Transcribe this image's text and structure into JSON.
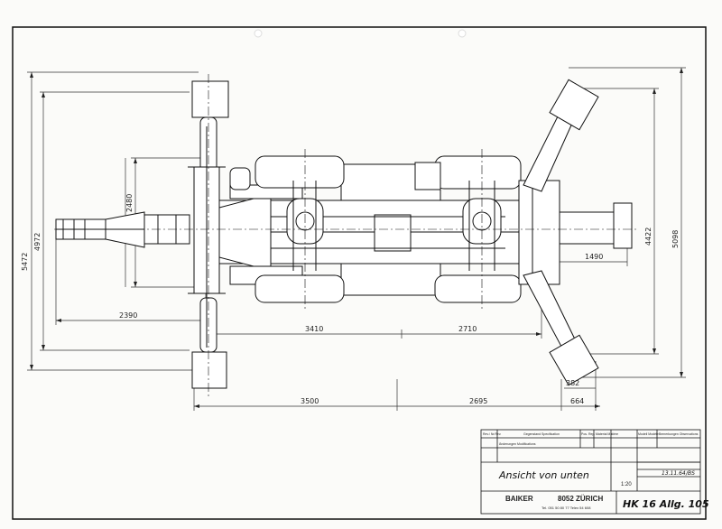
{
  "dimensions": {
    "overall_width": "5472",
    "track_front": "4972",
    "axle_gap": "2480",
    "overhang_left": "2390",
    "span_a": "3410",
    "span_b": "2710",
    "rear_reach": "1490",
    "rear_width_1": "4422",
    "rear_width_2": "5098",
    "small_offset": "382",
    "bottom_a": "3500",
    "bottom_b": "2695",
    "bottom_c": "664"
  },
  "title_block": {
    "header_revision": "Rev./ Nr.Rev.",
    "header_changes": "Änderungen Modifications",
    "header_subject": "Gegenstand Specification",
    "header_pos": "Pos. Rep.",
    "header_material": "Material Matière",
    "header_model": "Modell Modèle",
    "header_remarks": "Bemerkungen Observations",
    "title": "Ansicht von unten",
    "scale": "1:20",
    "company": "BAIKER",
    "address": "8052 ZÜRICH",
    "phone": "Tel. 051 50 80 77 Telex 54 608",
    "drawing_number": "HK 16  Allg. 105",
    "date": "13.11.64",
    "initials": "/BS"
  }
}
